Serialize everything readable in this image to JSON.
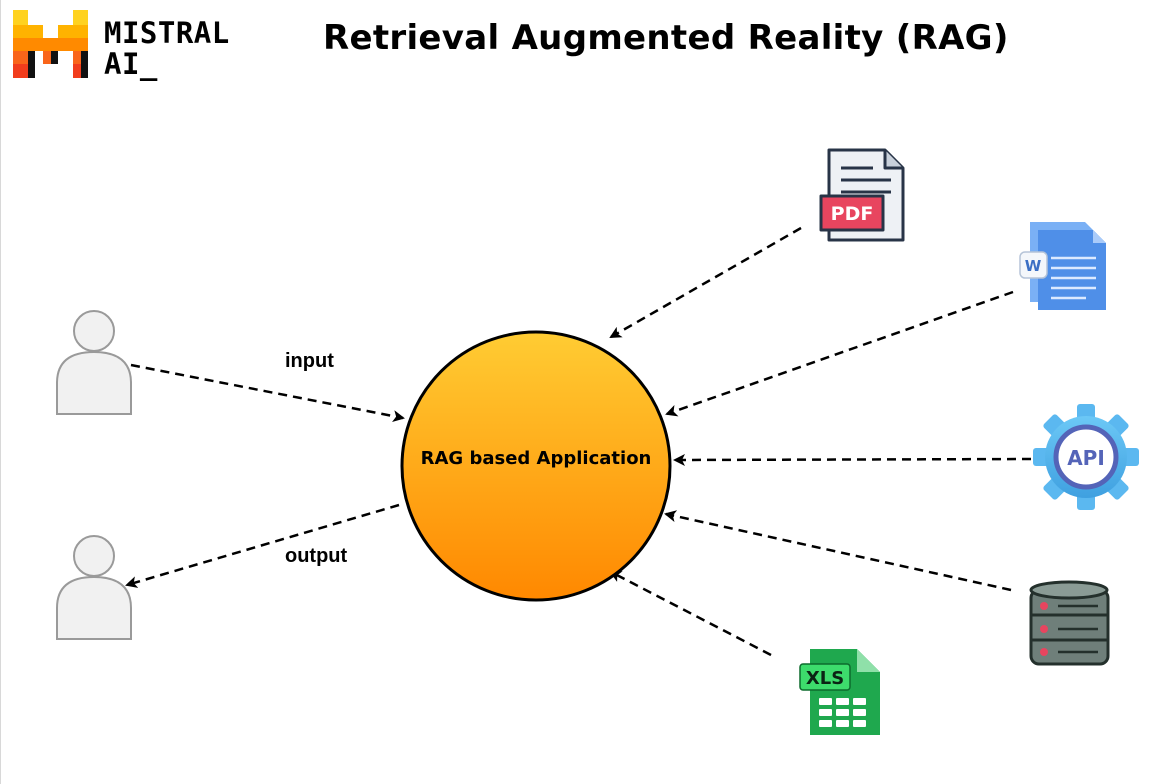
{
  "logo": {
    "line1": "MISTRAL",
    "line2": "AI_"
  },
  "title": "Retrieval Augmented Reality (RAG)",
  "center_node": {
    "label": "RAG based Application"
  },
  "edges": {
    "input_label": "input",
    "output_label": "output"
  },
  "sources": {
    "pdf_badge": "PDF",
    "word_badge": "W",
    "api_badge": "API",
    "xls_badge": "XLS"
  },
  "colors": {
    "circle_top": "#ffcc33",
    "circle_bottom": "#ff8800",
    "logo_yellow": "#ffd21f",
    "logo_orange": "#ff8a00",
    "logo_red": "#f13d1c",
    "api_blue": "#5bb8f0",
    "word_blue": "#4f8fe8",
    "xls_green": "#1fa84e",
    "pdf_red": "#e8455f",
    "db_gray": "#6f7f7a"
  }
}
